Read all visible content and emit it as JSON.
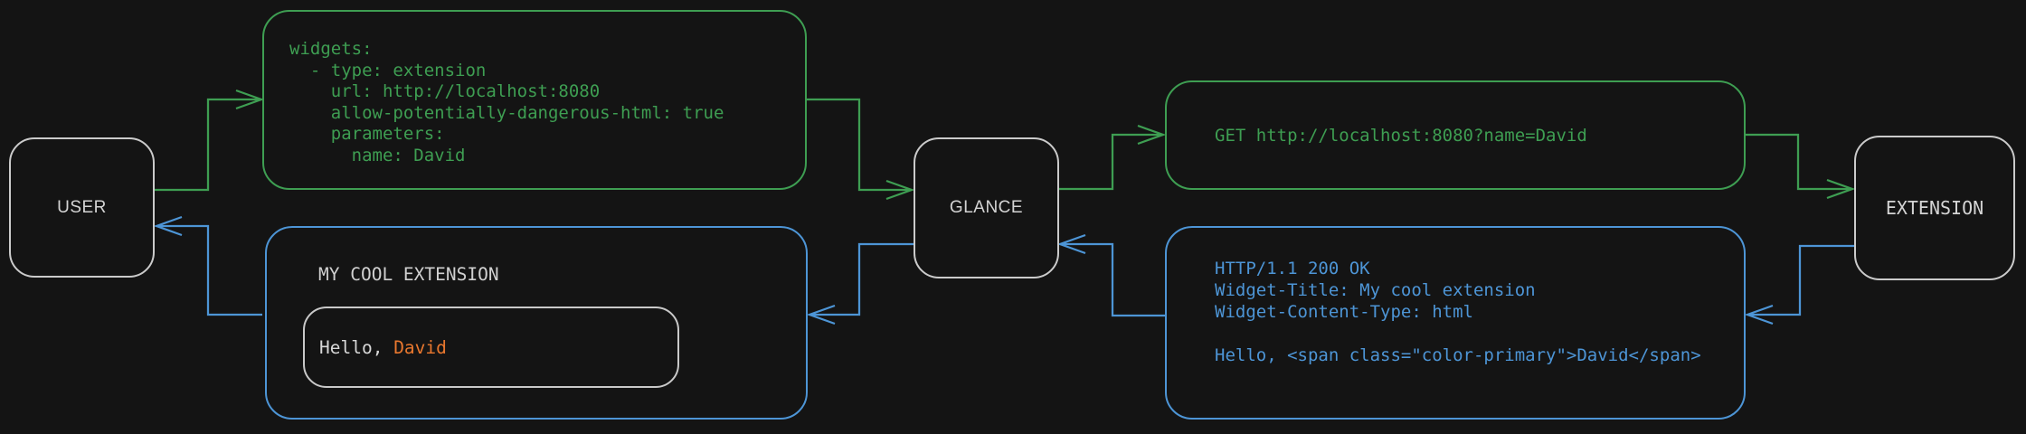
{
  "diagram": {
    "nodes": {
      "user": {
        "label": "USER"
      },
      "glance": {
        "label": "GLANCE"
      },
      "extension": {
        "label": "EXTENSION"
      }
    },
    "messages": {
      "config_yaml": "widgets:\n  - type: extension\n    url: http://localhost:8080\n    allow-potentially-dangerous-html: true\n    parameters:\n      name: David",
      "http_request": "GET http://localhost:8080?name=David",
      "http_response": "HTTP/1.1 200 OK\nWidget-Title: My cool extension\nWidget-Content-Type: html\n\nHello, <span class=\"color-primary\">David</span>",
      "rendered_widget": {
        "title": "MY COOL EXTENSION",
        "greeting": "Hello, ",
        "highlighted_name": "David"
      }
    },
    "colors": {
      "request_flow": "#3e9e52",
      "response_flow": "#4d95d6",
      "name_highlight": "#e8772e",
      "node_border": "#cbcbcb",
      "background": "#141414"
    }
  }
}
